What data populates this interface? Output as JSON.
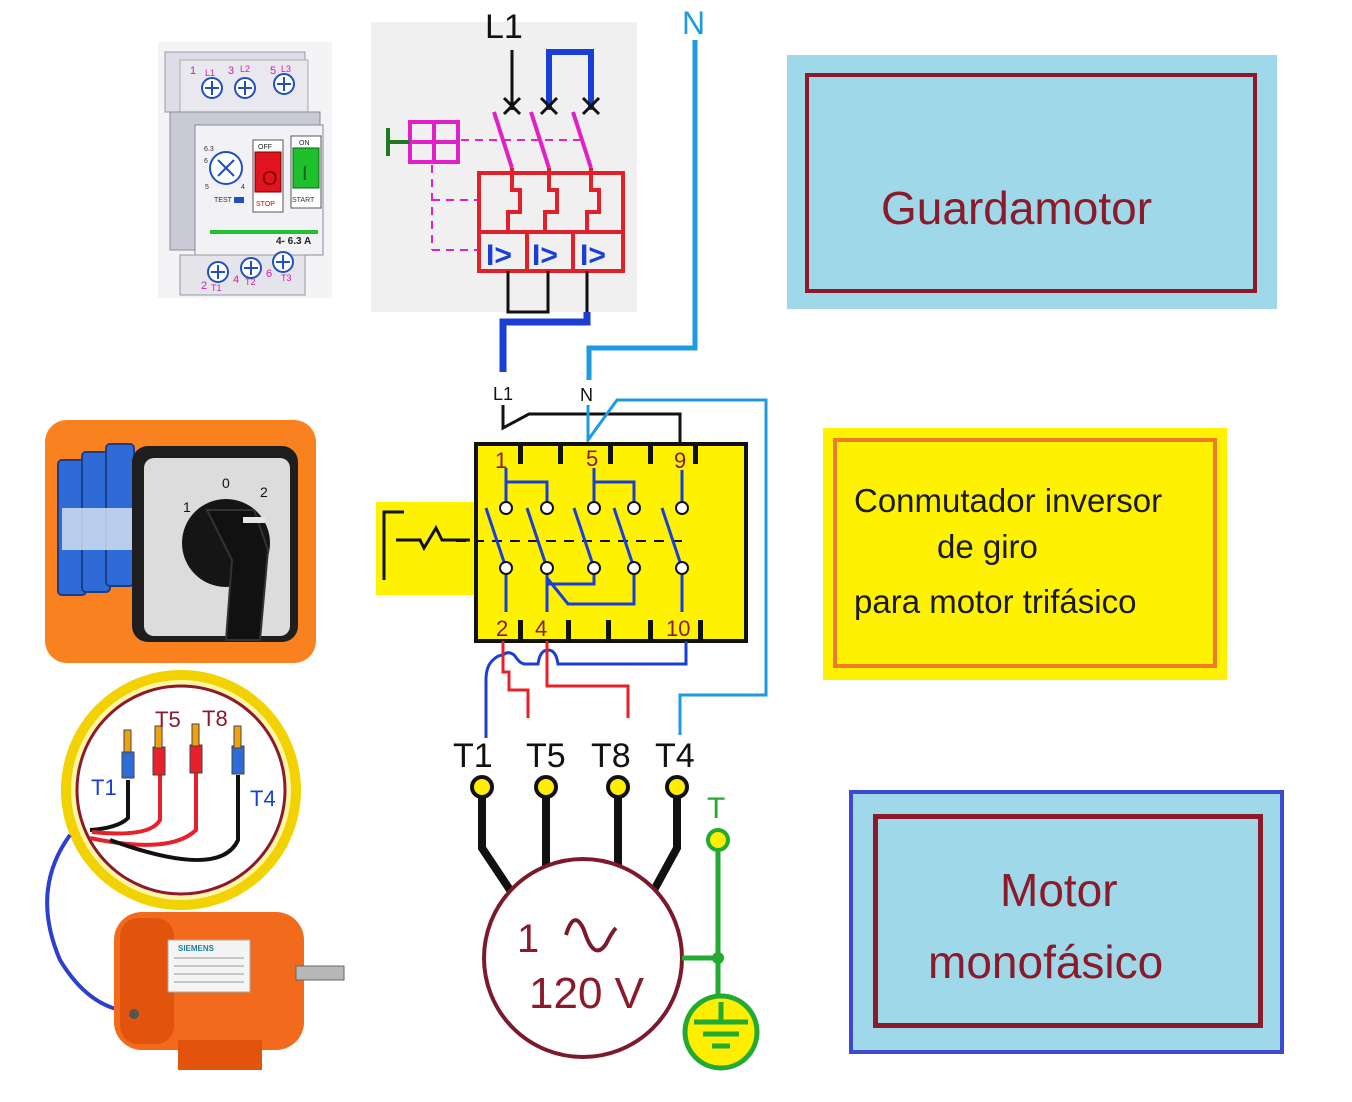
{
  "diagram": {
    "supply": {
      "line": "L1",
      "neutral": "N"
    },
    "switch_inputs": {
      "line": "L1",
      "neutral": "N"
    },
    "switch_terminals": {
      "t1": "1",
      "t5": "5",
      "t9": "9",
      "t2": "2",
      "t4": "4",
      "t10": "10"
    },
    "motor_terminals": [
      "T1",
      "T5",
      "T8",
      "T4"
    ],
    "ground": "T",
    "motor_symbol": {
      "phase": "1",
      "voltage": "120 V"
    }
  },
  "breaker_photo": {
    "top_terminals": [
      "1",
      "L1",
      "3",
      "L2",
      "5",
      "L3"
    ],
    "bottom_terminals": [
      "2",
      "T1",
      "4",
      "T2",
      "6",
      "T3"
    ],
    "off_label": "OFF",
    "on_label": "ON",
    "stop_label": "STOP",
    "start_label": "START",
    "test_label": "TEST",
    "rating": "4- 6.3 A",
    "dial_marks": [
      "6.3",
      "6",
      "5",
      "4"
    ]
  },
  "rotary_photo": {
    "positions": [
      "1",
      "0",
      "2"
    ]
  },
  "wire_inset": {
    "labels": [
      "T1",
      "T5",
      "T8",
      "T4"
    ]
  },
  "motor_photo": {
    "brand": "SIEMENS"
  },
  "labels": {
    "guardamotor": "Guardamotor",
    "switch": [
      "Conmutador inversor",
      "de giro",
      "para motor trifásico"
    ],
    "motor": [
      "Motor",
      "monofásico"
    ]
  },
  "colors": {
    "label_red": "#8b1a2b",
    "wire_blue": "#1a3fd6",
    "neutral_blue": "#1e9be0",
    "wire_red": "#e8202a",
    "switch_yellow": "#fff200",
    "ground_green": "#22aa33",
    "accent_magenta": "#e020c8",
    "inset_orange": "#f98120"
  }
}
